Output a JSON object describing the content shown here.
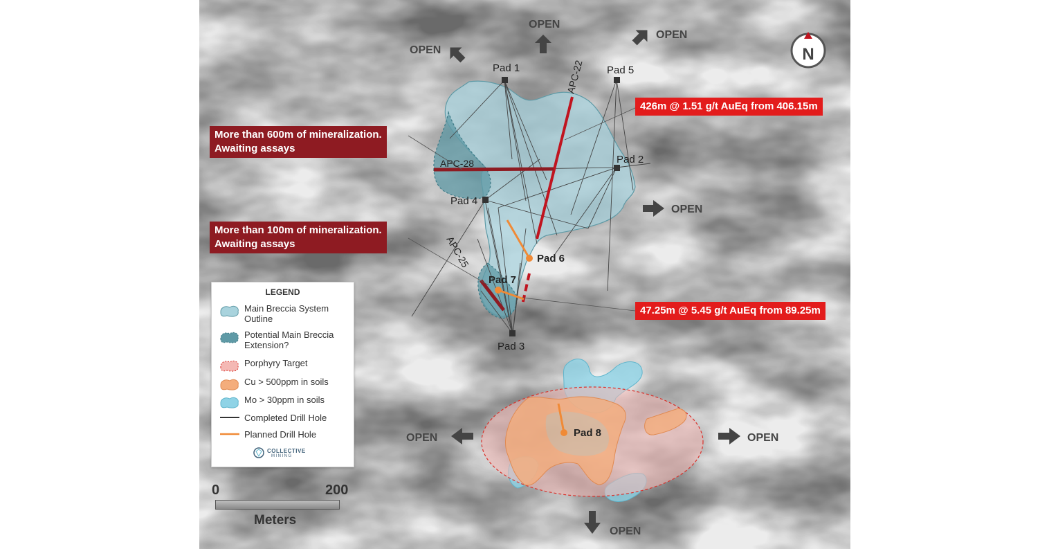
{
  "map": {
    "pads": {
      "pad1": "Pad 1",
      "pad2": "Pad 2",
      "pad3": "Pad 3",
      "pad4": "Pad 4",
      "pad5": "Pad 5",
      "pad6": "Pad 6",
      "pad7": "Pad 7",
      "pad8": "Pad 8"
    },
    "drill_holes": {
      "apc22": "APC-22",
      "apc25": "APC-25",
      "apc28": "APC-28"
    },
    "open_label": "OPEN",
    "compass": "N",
    "callouts": {
      "apc22_result": "426m @ 1.51 g/t AuEq from 406.15m",
      "apc28_note_line1": "More than 600m of mineralization.",
      "apc28_note_line2": "Awaiting assays",
      "apc25_note_line1": "More than 100m of mineralization.",
      "apc25_note_line2": "Awaiting assays",
      "apc25_result": "47.25m @ 5.45 g/t AuEq from 89.25m"
    }
  },
  "legend": {
    "title": "LEGEND",
    "items": [
      {
        "label": "Main Breccia System Outline",
        "color": "#a9d3dd"
      },
      {
        "label": "Potential Main Breccia Extension?",
        "color": "#5f9aa6"
      },
      {
        "label": "Porphyry Target",
        "color": "#f4b8b4"
      },
      {
        "label": "Cu > 500ppm in soils",
        "color": "#f4ad7c"
      },
      {
        "label": "Mo > 30ppm in soils",
        "color": "#8fd3e6"
      },
      {
        "label": "Completed Drill Hole",
        "color": "#333333"
      },
      {
        "label": "Planned Drill Hole",
        "color": "#f08a36"
      }
    ],
    "logo_name": "COLLECTIVE",
    "logo_sub": "MINING"
  },
  "scale_bar": {
    "start": "0",
    "end": "200",
    "unit": "Meters"
  },
  "colors": {
    "breccia": "#a9d3dd",
    "breccia_ext": "#5f9aa6",
    "porphyry": "#f4b8b4",
    "cu": "#f4ad7c",
    "mo": "#8fd3e6",
    "drill_red": "#c0141f",
    "planned": "#f08a36"
  }
}
